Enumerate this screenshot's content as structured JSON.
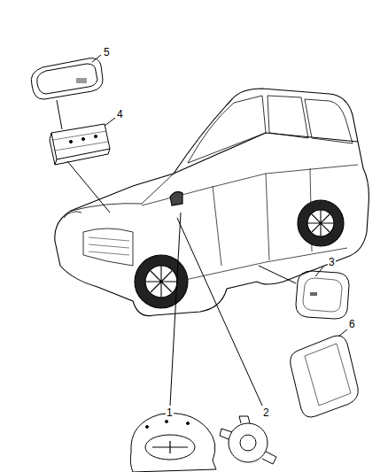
{
  "diagram": {
    "labels": [
      "5",
      "4",
      "3",
      "1",
      "2",
      "6"
    ]
  }
}
